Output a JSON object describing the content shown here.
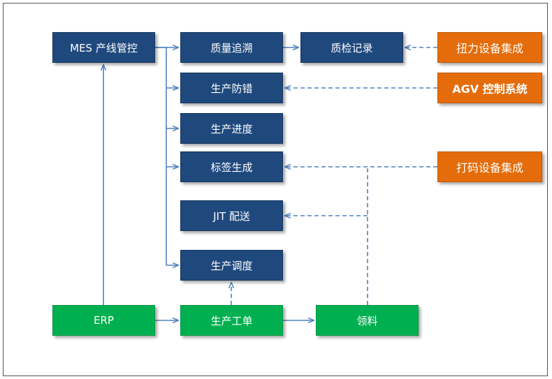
{
  "nodes": {
    "mes": "MES 产线管控",
    "zlzs": "质量追溯",
    "zjjl": "质检记录",
    "nl": "扭力设备集成",
    "scfc": "生产防错",
    "agv": "AGV 控制系统",
    "scjd": "生产进度",
    "bqsc": "标签生成",
    "dm": "打码设备集成",
    "jit": "JIT 配送",
    "scdd": "生产调度",
    "erp": "ERP",
    "scgd": "生产工单",
    "ll": "领料"
  },
  "colors": {
    "module": "#1f497d",
    "device": "#e46c0a",
    "business": "#00b050",
    "connector": "#4f81bd"
  }
}
